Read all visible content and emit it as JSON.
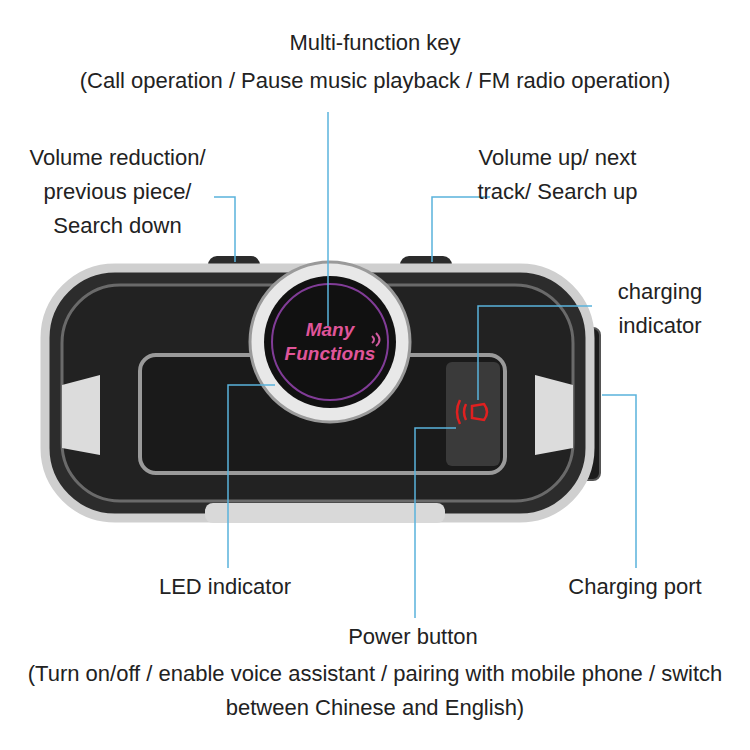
{
  "diagram": {
    "nodes": [
      {
        "text": [
          "Many Functions"
        ]
      }
    ],
    "labels": [
      "Multi-function key",
      "(Call operation / Pause music playback / FM radio operation)",
      "Volume reduction/ previous piece/ Search down",
      "Volume up/ next track/ Search up",
      "charging indicator",
      "LED indicator",
      "Charging port",
      "Power button",
      "(Turn on/off / enable voice assistant / pairing with mobile phone / switch between Chinese and English)"
    ]
  }
}
